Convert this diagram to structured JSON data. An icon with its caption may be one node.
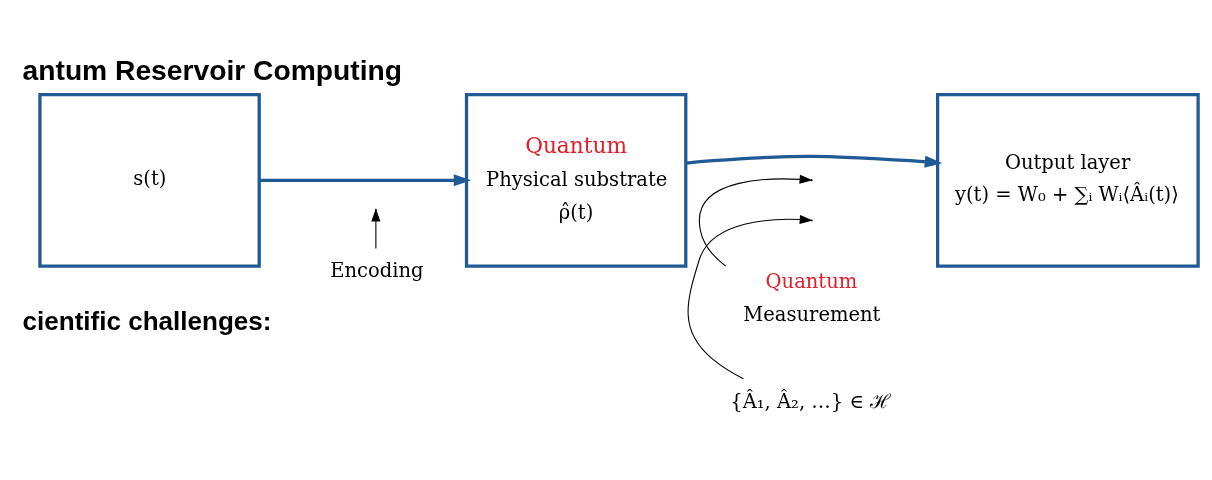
{
  "diagram": {
    "title": "antum Reservoir Computing",
    "nodes": [
      {
        "text": [
          "s(t)"
        ]
      },
      {
        "text": [
          "Quantum",
          "Physical substrate",
          "ρ̂(t)"
        ]
      },
      {
        "text": [
          "Output layer",
          "y(t) = W₀ + ∑ᵢ Wᵢ⟨Âᵢ(t)⟩"
        ]
      },
      {
        "text": [
          "Encoding"
        ]
      },
      {
        "text": [
          "Quantum",
          "Measurement"
        ]
      },
      {
        "text": [
          "{Â₁, Â₂, …} ∈ ℋ"
        ]
      }
    ],
    "edges": [
      {
        "from": 0,
        "to": 1,
        "arrow": "to",
        "color": "#1f5a96",
        "style": "thick"
      },
      {
        "from": 1,
        "to": 2,
        "arrow": "to",
        "color": "#1f5a96",
        "style": "thick"
      },
      {
        "from": 3,
        "to": null,
        "arrow": "to"
      },
      {
        "from": 4,
        "to": null,
        "arrow": "to"
      },
      {
        "from": 5,
        "to": null,
        "arrow": "to"
      }
    ],
    "labels": [
      "cientific challenges:"
    ]
  }
}
